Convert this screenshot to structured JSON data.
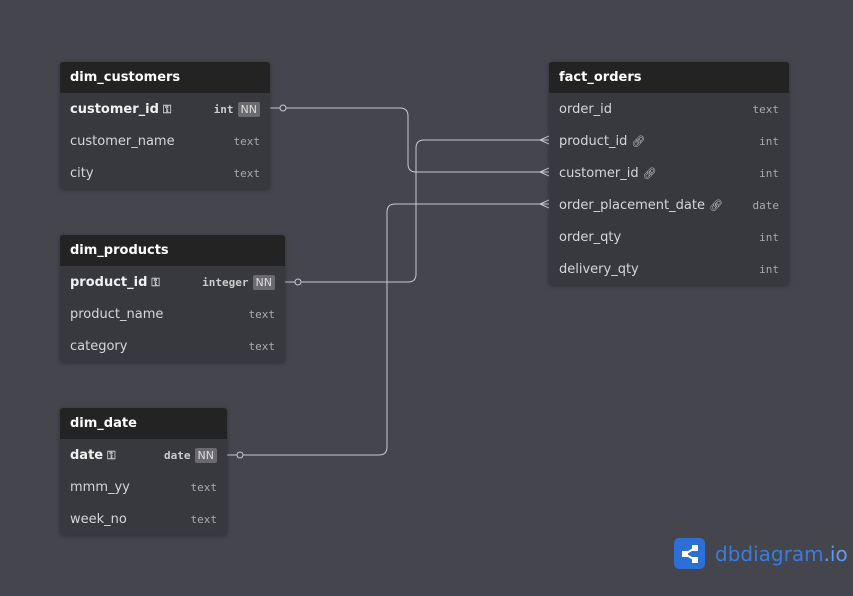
{
  "tables": {
    "dim_customers": {
      "title": "dim_customers",
      "rows": [
        {
          "name": "customer_id",
          "type": "int",
          "nn": "NN"
        },
        {
          "name": "customer_name",
          "type": "text"
        },
        {
          "name": "city",
          "type": "text"
        }
      ]
    },
    "dim_products": {
      "title": "dim_products",
      "rows": [
        {
          "name": "product_id",
          "type": "integer",
          "nn": "NN"
        },
        {
          "name": "product_name",
          "type": "text"
        },
        {
          "name": "category",
          "type": "text"
        }
      ]
    },
    "dim_date": {
      "title": "dim_date",
      "rows": [
        {
          "name": "date",
          "type": "date",
          "nn": "NN"
        },
        {
          "name": "mmm_yy",
          "type": "text"
        },
        {
          "name": "week_no",
          "type": "text"
        }
      ]
    },
    "fact_orders": {
      "title": "fact_orders",
      "rows": [
        {
          "name": "order_id",
          "type": "text"
        },
        {
          "name": "product_id",
          "type": "int"
        },
        {
          "name": "customer_id",
          "type": "int"
        },
        {
          "name": "order_placement_date",
          "type": "date"
        },
        {
          "name": "order_qty",
          "type": "int"
        },
        {
          "name": "delivery_qty",
          "type": "int"
        }
      ]
    }
  },
  "logo": {
    "main": "dbdiagram",
    "suffix": ".io"
  }
}
